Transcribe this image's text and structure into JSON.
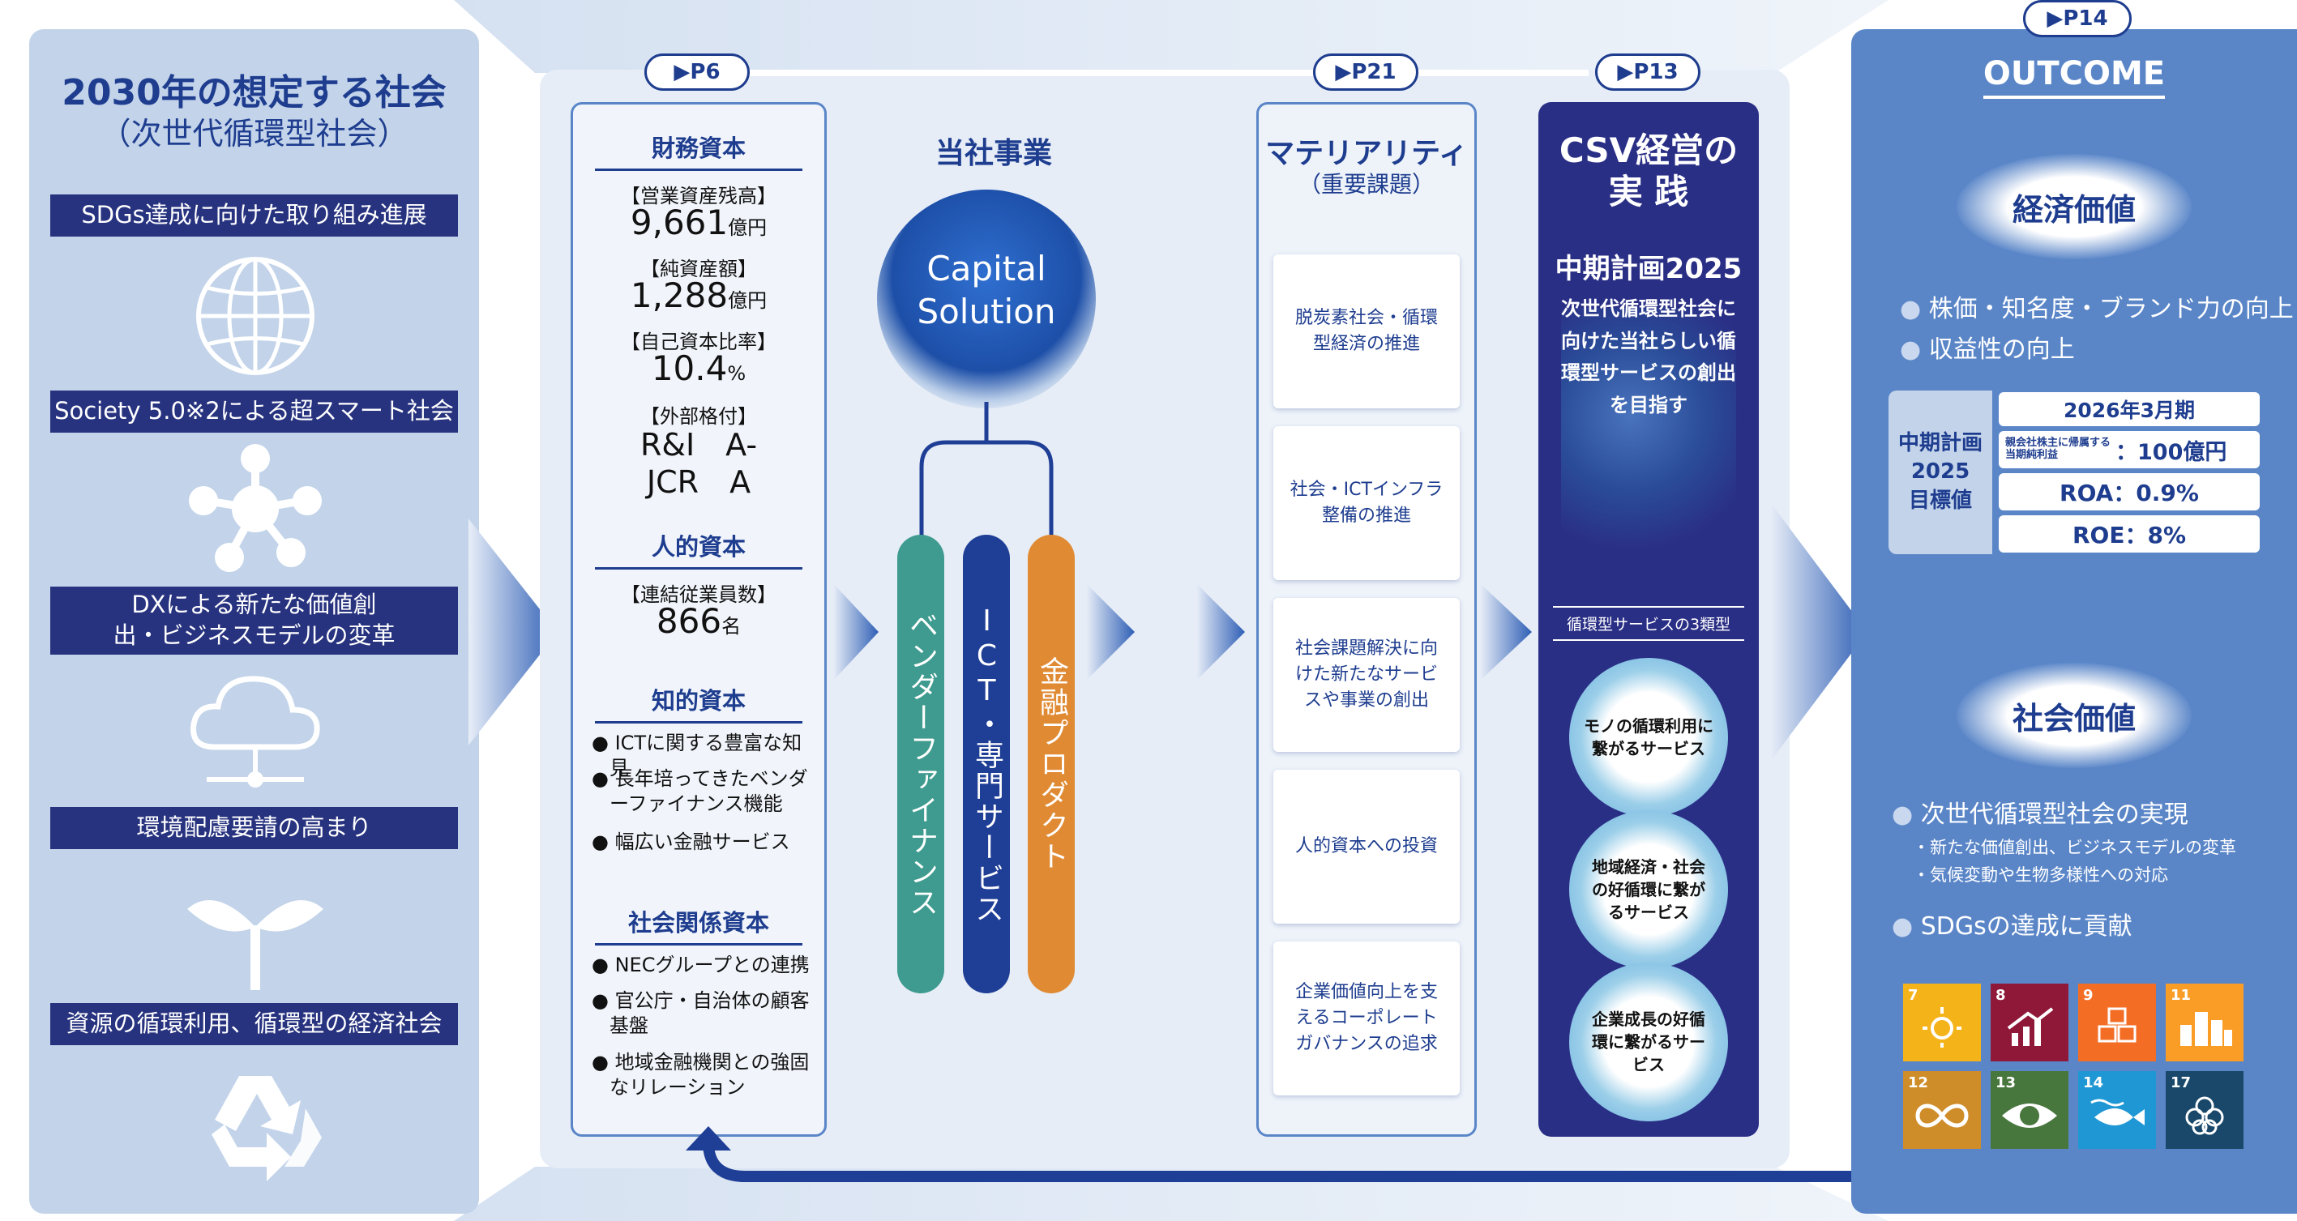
{
  "left": {
    "title": "2030年の想定する社会",
    "subtitle": "（次世代循環型社会）",
    "trends": [
      "SDGs達成に向けた取り組み進展",
      "Society 5.0※2による超スマート社会",
      "DXによる新たな価値創出・ビジネスモデルの変革",
      "環境配慮要請の高まり",
      "資源の循環利用、循環型の経済社会"
    ],
    "icons": [
      "globe-icon",
      "network-icon",
      "cloud-icon",
      "sprout-icon",
      "recycle-icon"
    ]
  },
  "tags": {
    "p6": "▶P6",
    "p21": "▶P21",
    "p13": "▶P13",
    "p14": "▶P14"
  },
  "capital": {
    "financial": {
      "title": "財務資本",
      "items": [
        {
          "label": "【営業資産残高】",
          "value": "9,661",
          "unit": "億円"
        },
        {
          "label": "【純資産額】",
          "value": "1,288",
          "unit": "億円"
        },
        {
          "label": "【自己資本比率】",
          "value": "10.4",
          "unit": "%"
        }
      ],
      "rating_label": "【外部格付】",
      "rating_1": "R&I　A-",
      "rating_2": "JCR　A"
    },
    "human": {
      "title": "人的資本",
      "label": "【連結従業員数】",
      "value": "866",
      "unit": "名"
    },
    "intellectual": {
      "title": "知的資本",
      "items": [
        "ICTに関する豊富な知見",
        "長年培ってきたベンダーファイナンス機能",
        "幅広い金融サービス"
      ]
    },
    "social": {
      "title": "社会関係資本",
      "items": [
        "NECグループとの連携",
        "官公庁・自治体の顧客基盤",
        "地域金融機関との強固なリレーション"
      ]
    }
  },
  "business": {
    "title": "当社事業",
    "core_1": "Capital",
    "core_2": "Solution",
    "pillars": [
      {
        "label": "ベンダーファイナンス",
        "color": "#3f9b8f"
      },
      {
        "label": "ICT・専門サービス",
        "color": "#1f3e96"
      },
      {
        "label": "金融プロダクト",
        "color": "#e08a33"
      }
    ]
  },
  "materiality": {
    "title": "マテリアリティ",
    "subtitle": "（重要課題）",
    "items": [
      "脱炭素社会・循環型経済の推進",
      "社会・ICTインフラ整備の推進",
      "社会課題解決に向けた新たなサービスや事業の創出",
      "人的資本への投資",
      "企業価値向上を支えるコーポレートガバナンスの追求"
    ]
  },
  "csv": {
    "title_1": "CSV経営の",
    "title_2": "実 践",
    "plan": "中期計画2025",
    "desc": "次世代循環型社会に向けた当社らしい循環型サービスの創出を目指す",
    "types_label": "循環型サービスの3類型",
    "types": [
      "モノの循環利用に繋がるサービス",
      "地域経済・社会の好循環に繋がるサービス",
      "企業成長の好循環に繋がるサービス"
    ]
  },
  "outcome": {
    "title": "OUTCOME",
    "economic": {
      "title": "経済価値",
      "points": [
        "株価・知名度・ブランド力の向上",
        "収益性の向上"
      ]
    },
    "target": {
      "side_1": "中期計画",
      "side_2": "2025",
      "side_3": "目標値",
      "period": "2026年3月期",
      "net_label": "親会社株主に帰属する当期純利益",
      "net_value": "：100億円",
      "roa": "ROA：0.9%",
      "roe": "ROE：8%"
    },
    "social": {
      "title": "社会価値",
      "point_1": "次世代循環型社会の実現",
      "sub_1": "・新たな価値創出、ビジネスモデルの変革",
      "sub_2": "・気候変動や生物多様性への対応",
      "point_2": "SDGsの達成に貢献"
    },
    "sdgs": [
      {
        "num": "7",
        "color": "#f5b31a",
        "icon": "sun-icon"
      },
      {
        "num": "8",
        "color": "#8f1838",
        "icon": "growth-icon"
      },
      {
        "num": "9",
        "color": "#f36d25",
        "icon": "cubes-icon"
      },
      {
        "num": "11",
        "color": "#f99d26",
        "icon": "city-icon"
      },
      {
        "num": "12",
        "color": "#cf8d2a",
        "icon": "infinity-icon"
      },
      {
        "num": "13",
        "color": "#48773e",
        "icon": "eye-globe-icon"
      },
      {
        "num": "14",
        "color": "#1f97d4",
        "icon": "fish-icon"
      },
      {
        "num": "17",
        "color": "#19486a",
        "icon": "flower-icon"
      }
    ]
  },
  "colors": {
    "navy": "#1e3d8f",
    "deep": "#27337f",
    "light": "#c2d3ea",
    "mid": "#5a86c8"
  }
}
